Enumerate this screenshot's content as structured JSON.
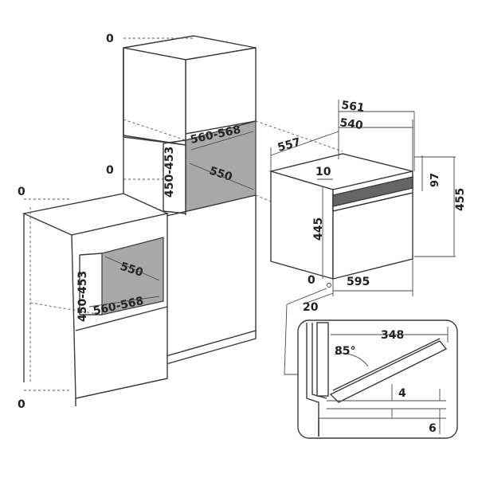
{
  "dimensions": {
    "tall_left_zero": "0",
    "tall_mid_zero": "0",
    "tall_niche_width": "560-568",
    "tall_niche_height": "450-453",
    "tall_niche_depth": "550",
    "base_top_zero": "0",
    "base_bottom_zero": "0",
    "base_niche_height": "450-453",
    "base_niche_depth": "550",
    "base_niche_width": "560-568",
    "oven_depth_top": "561",
    "oven_depth_mid": "540",
    "oven_depth_total": "557",
    "oven_panel_height": "97",
    "oven_total_height": "455",
    "oven_front_offset": "10",
    "oven_body_height": "445",
    "oven_width": "595",
    "oven_zero": "0",
    "oven_side_gap": "20",
    "door_length": "348",
    "door_angle": "85°",
    "door_gap_4": "4",
    "door_gap_6": "6"
  }
}
